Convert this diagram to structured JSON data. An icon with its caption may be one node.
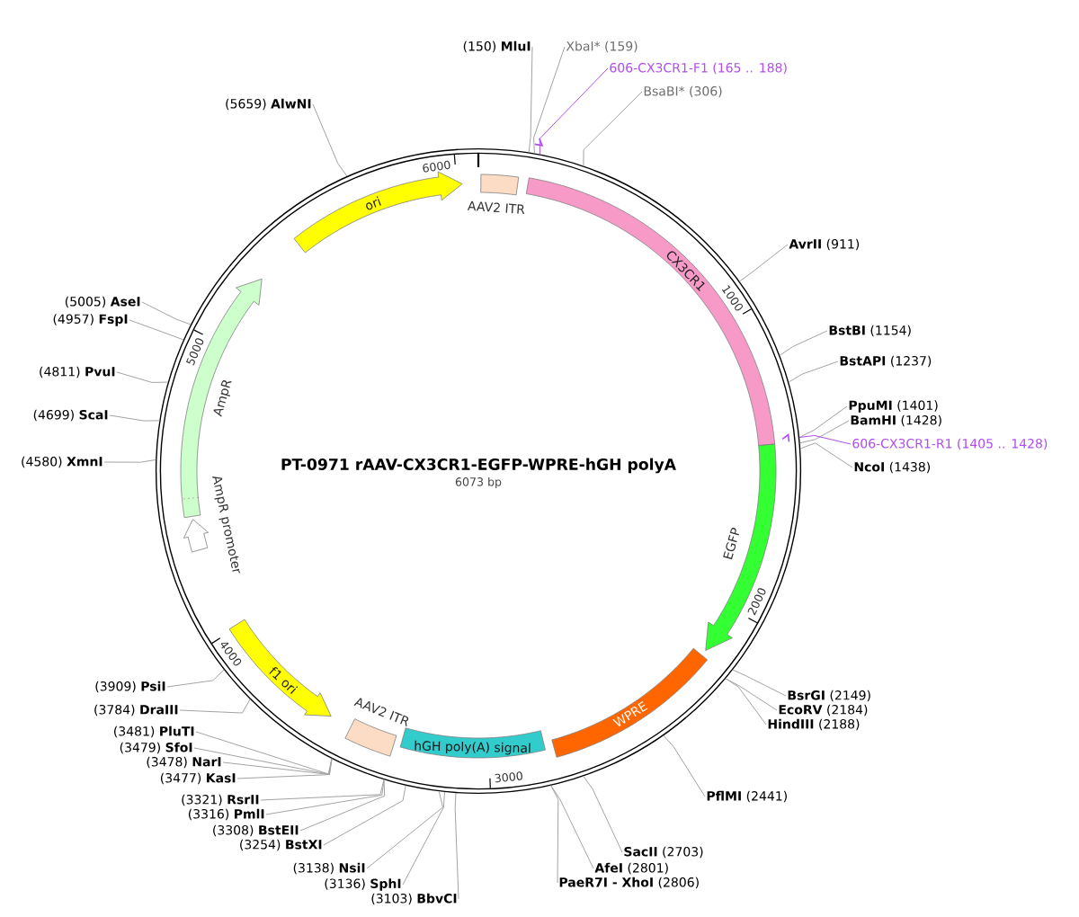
{
  "diagram": {
    "title": "PT-0971 rAAV-CX3CR1-EGFP-WPRE-hGH polyA",
    "nodes": [
      {
        "text": [],
        "shape": "circle"
      },
      {
        "text": [
          "AAV2 ITR"
        ],
        "in": 0
      },
      {
        "text": [
          "CX3CR1"
        ],
        "in": 0
      },
      {
        "text": [
          "EGFP"
        ],
        "in": 0
      },
      {
        "text": [
          "WPRE"
        ],
        "in": 0
      },
      {
        "text": [
          "hGH poly(A) signal"
        ],
        "in": 0
      },
      {
        "text": [
          "AAV2 ITR"
        ],
        "in": 0
      },
      {
        "text": [
          "f1 ori"
        ],
        "in": 0
      },
      {
        "text": [
          "AmpR promoter"
        ],
        "in": 0
      },
      {
        "text": [
          "AmpR"
        ],
        "in": 0
      },
      {
        "text": [
          "ori"
        ],
        "in": 0
      },
      {
        "text": [
          "(150) **MluI**"
        ]
      },
      {
        "text": [
          "XbaI* (159)"
        ]
      },
      {
        "text": [
          "606-CX3CR1-F1 (165 .. 188)"
        ]
      },
      {
        "text": [
          "BsaBI* (306)"
        ]
      },
      {
        "text": [
          "**AvrII** (911)"
        ]
      },
      {
        "text": [
          "**BstBI** (1154)"
        ]
      },
      {
        "text": [
          "**BstAPI** (1237)"
        ]
      },
      {
        "text": [
          "**PpuMI** (1401)"
        ]
      },
      {
        "text": [
          "**BamHI** (1428)"
        ]
      },
      {
        "text": [
          "606-CX3CR1-R1 (1405 .. 1428)"
        ]
      },
      {
        "text": [
          "**NcoI** (1438)"
        ]
      },
      {
        "text": [
          "**BsrGI** (2149)"
        ]
      },
      {
        "text": [
          "**EcoRV** (2184)"
        ]
      },
      {
        "text": [
          "**HindIII** (2188)"
        ]
      },
      {
        "text": [
          "**PflMI** (2441)"
        ]
      },
      {
        "text": [
          "**SacII** (2703)"
        ]
      },
      {
        "text": [
          "**AfeI** (2801)"
        ]
      },
      {
        "text": [
          "**PaeR7I - XhoI** (2806)"
        ]
      },
      {
        "text": [
          "(3103) **BbvCI**"
        ]
      },
      {
        "text": [
          "(3136) **SphI**"
        ]
      },
      {
        "text": [
          "(3138) **NsiI**"
        ]
      },
      {
        "text": [
          "(3254) **BstXI**"
        ]
      },
      {
        "text": [
          "(3308) **BstEII**"
        ]
      },
      {
        "text": [
          "(3316) **PmlI**"
        ]
      },
      {
        "text": [
          "(3321) **RsrII**"
        ]
      },
      {
        "text": [
          "(3477) **KasI**"
        ]
      },
      {
        "text": [
          "(3478) **NarI**"
        ]
      },
      {
        "text": [
          "(3479) **SfoI**"
        ]
      },
      {
        "text": [
          "(3481) **PluTI**"
        ]
      },
      {
        "text": [
          "(3784) **DraIII**"
        ]
      },
      {
        "text": [
          "(3909) **PsiI**"
        ]
      },
      {
        "text": [
          "(4580) **XmnI**"
        ]
      },
      {
        "text": [
          "(4699) **ScaI**"
        ]
      },
      {
        "text": [
          "(4811) **PvuI**"
        ]
      },
      {
        "text": [
          "(4957) **FspI**"
        ]
      },
      {
        "text": [
          "(5005) **AseI**"
        ]
      },
      {
        "text": [
          "(5659) **AlwNI**"
        ]
      }
    ],
    "edges": [
      {
        "from": 11,
        "to": 0,
        "arrow": "none"
      },
      {
        "from": 12,
        "to": 0,
        "arrow": "none"
      },
      {
        "from": 13,
        "to": 0,
        "arrow": "none",
        "color": "#b04cf0"
      },
      {
        "from": 14,
        "to": 0,
        "arrow": "none"
      },
      {
        "from": 15,
        "to": 0,
        "arrow": "none"
      },
      {
        "from": 16,
        "to": 0,
        "arrow": "none"
      },
      {
        "from": 17,
        "to": 0,
        "arrow": "none"
      },
      {
        "from": 18,
        "to": 0,
        "arrow": "none"
      },
      {
        "from": 19,
        "to": 0,
        "arrow": "none"
      },
      {
        "from": 20,
        "to": 0,
        "arrow": "none",
        "color": "#b04cf0"
      },
      {
        "from": 21,
        "to": 0,
        "arrow": "none"
      },
      {
        "from": 22,
        "to": 0,
        "arrow": "none"
      },
      {
        "from": 23,
        "to": 0,
        "arrow": "none"
      },
      {
        "from": 24,
        "to": 0,
        "arrow": "none"
      },
      {
        "from": 25,
        "to": 0,
        "arrow": "none"
      },
      {
        "from": 26,
        "to": 0,
        "arrow": "none"
      },
      {
        "from": 27,
        "to": 0,
        "arrow": "none"
      },
      {
        "from": 28,
        "to": 0,
        "arrow": "none"
      },
      {
        "from": 29,
        "to": 0,
        "arrow": "none"
      },
      {
        "from": 30,
        "to": 0,
        "arrow": "none"
      },
      {
        "from": 31,
        "to": 0,
        "arrow": "none"
      },
      {
        "from": 32,
        "to": 0,
        "arrow": "none"
      },
      {
        "from": 33,
        "to": 0,
        "arrow": "none"
      },
      {
        "from": 34,
        "to": 0,
        "arrow": "none"
      },
      {
        "from": 35,
        "to": 0,
        "arrow": "none"
      },
      {
        "from": 36,
        "to": 0,
        "arrow": "none"
      },
      {
        "from": 37,
        "to": 0,
        "arrow": "none"
      },
      {
        "from": 38,
        "to": 0,
        "arrow": "none"
      },
      {
        "from": 39,
        "to": 0,
        "arrow": "none"
      },
      {
        "from": 40,
        "to": 0,
        "arrow": "none"
      },
      {
        "from": 41,
        "to": 0,
        "arrow": "none"
      },
      {
        "from": 42,
        "to": 0,
        "arrow": "none"
      },
      {
        "from": 43,
        "to": 0,
        "arrow": "none"
      },
      {
        "from": 44,
        "to": 0,
        "arrow": "none"
      },
      {
        "from": 45,
        "to": 0,
        "arrow": "none"
      },
      {
        "from": 46,
        "to": 0,
        "arrow": "none"
      },
      {
        "from": 47,
        "to": 0,
        "arrow": "none"
      }
    ],
    "labels": [
      "6000",
      "1000",
      "5000",
      "6073 bp",
      "2000",
      "4000",
      "3000"
    ]
  }
}
